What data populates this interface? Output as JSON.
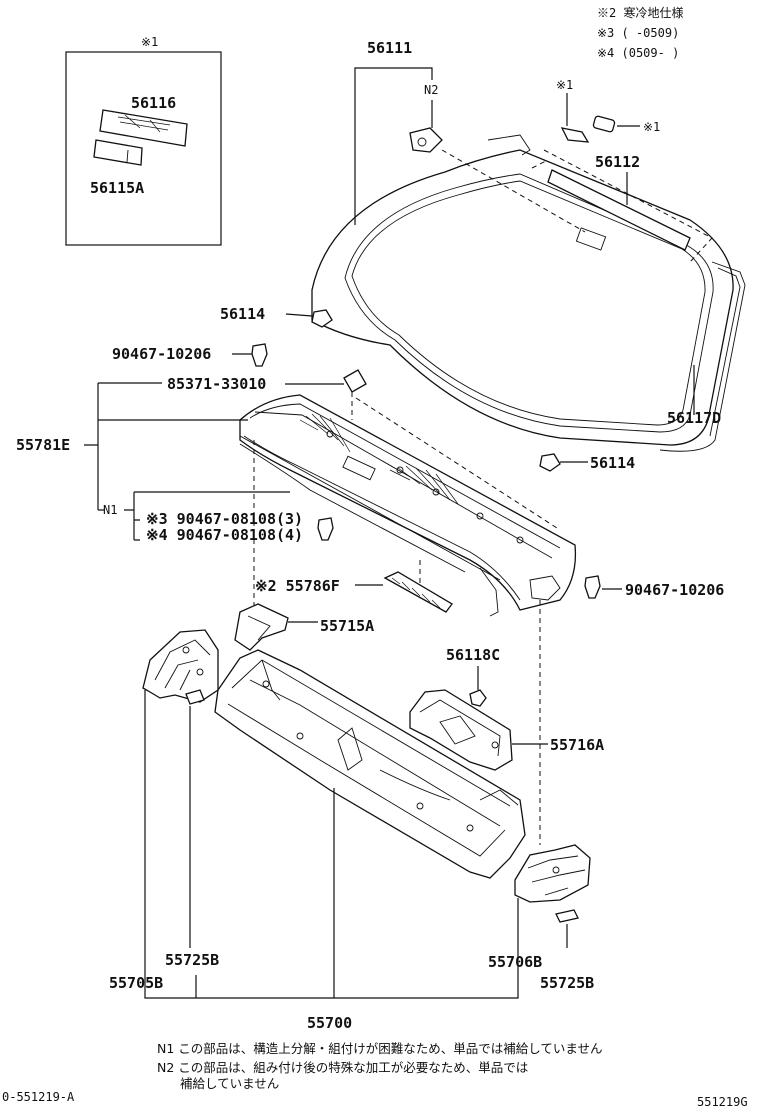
{
  "legend": {
    "n2_note": "※2 寒冷地仕様",
    "n3_note": "※3 (      -0509)",
    "n4_note": "※4 (0509-      )"
  },
  "inset": {
    "mark": "※1"
  },
  "labels": {
    "p56111": "56111",
    "p56116": "56116",
    "p56115A": "56115A",
    "p56112": "56112",
    "mark_x1_top": "※1",
    "mark_x1_right": "※1",
    "n2": "N2",
    "p56114_left": "56114",
    "p56114_right": "56114",
    "p56117D": "56117D",
    "p90467_10206_left": "90467-10206",
    "p85371_33010": "85371-33010",
    "p55781E": "55781E",
    "n1": "N1",
    "p90467_08108_3": "※3 90467-08108(3)",
    "p90467_08108_4": "※4 90467-08108(4)",
    "p55786F": "※2 55786F",
    "p90467_10206_right": "90467-10206",
    "p55715A": "55715A",
    "p56118C": "56118C",
    "p55716A": "55716A",
    "p55725B_left": "55725B",
    "p55705B": "55705B",
    "p55706B": "55706B",
    "p55725B_right": "55725B",
    "p55700": "55700"
  },
  "footnotes": {
    "n1_text": "N1 この部品は、構造上分解・組付けが困難なため、単品では補給していません",
    "n2_line1": "N2 この部品は、組み付け後の特殊な加工が必要なため、単品では",
    "n2_line2": "補給していません"
  },
  "codes": {
    "left": "0-551219-A",
    "right": "551219G"
  }
}
